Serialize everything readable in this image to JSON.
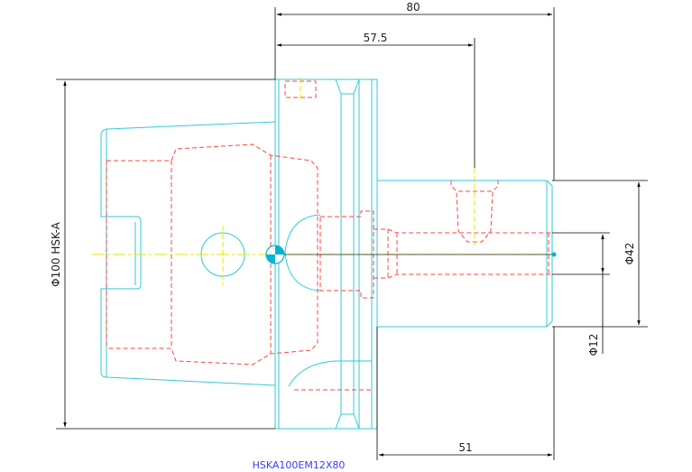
{
  "drawing": {
    "caption": "HSKA100EM12X80",
    "dimensions": {
      "overall_length": "80",
      "hole_position": "57.5",
      "shank_length": "51",
      "flange_diameter": "Φ100 HSK-A",
      "body_diameter": "Φ42",
      "bore_diameter": "Φ12"
    }
  },
  "colors": {
    "outline": "#33c9d6",
    "hidden": "#ff4444",
    "centerline": "#e6e600",
    "dimension": "#000000",
    "caption": "#3a3aff",
    "marker": "#00b4d8"
  }
}
